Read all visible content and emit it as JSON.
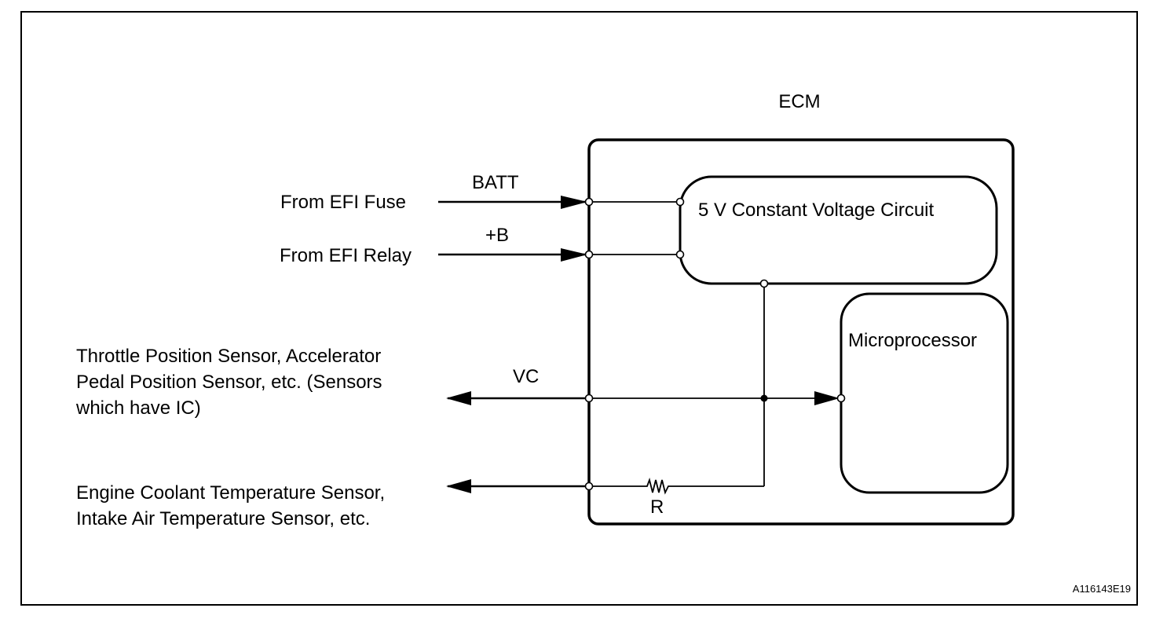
{
  "diagram": {
    "figure_id": "A116143E19",
    "ecm": {
      "title": "ECM",
      "constant_voltage_circuit": "5 V Constant Voltage Circuit",
      "microprocessor": "Microprocessor"
    },
    "terminals": {
      "batt": "BATT",
      "plus_b": "+B",
      "vc": "VC",
      "resistor": "R"
    },
    "external_sources": {
      "efi_fuse": "From EFI Fuse",
      "efi_relay": "From EFI Relay"
    },
    "external_sensors": {
      "ic_sensors": [
        "Throttle Position Sensor, Accelerator",
        "Pedal Position Sensor, etc. (Sensors",
        "which have IC)"
      ],
      "temp_sensors": [
        "Engine Coolant Temperature Sensor,",
        "Intake Air Temperature Sensor, etc."
      ]
    },
    "colors": {
      "line": "#000000",
      "background": "#ffffff"
    }
  }
}
